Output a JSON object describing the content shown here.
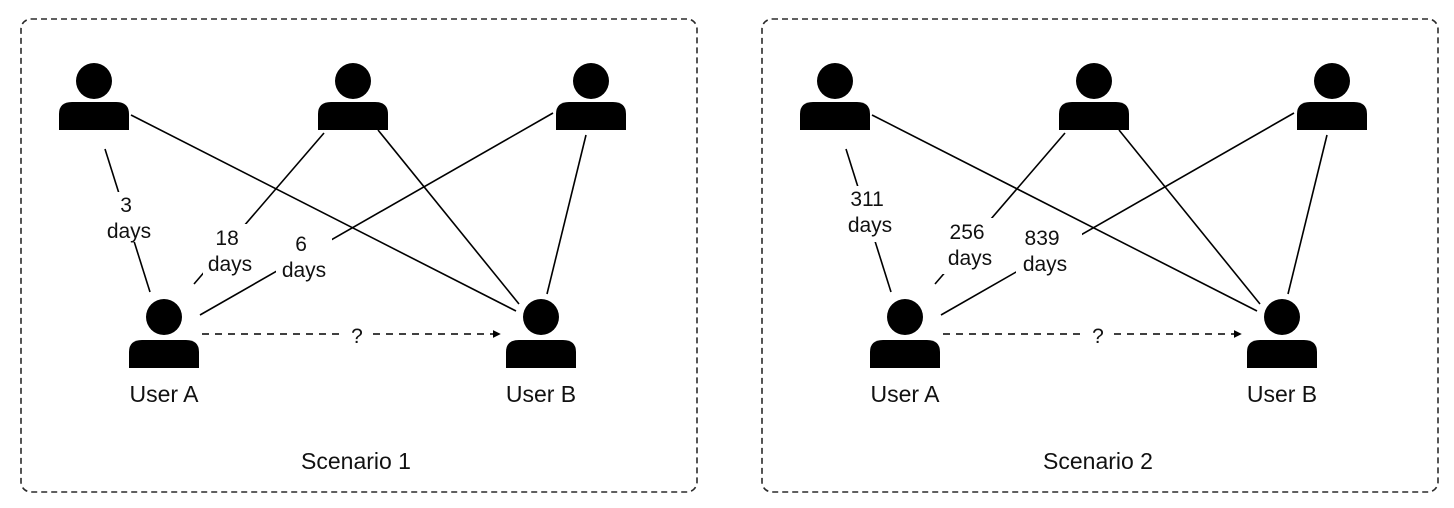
{
  "colors": {
    "ink": "#000000",
    "frame": "#2b2b2b",
    "background": "#ffffff"
  },
  "icons": {
    "person": "person-icon",
    "arrow": "arrowhead-icon"
  },
  "scenarios": [
    {
      "caption": "Scenario 1",
      "user_a": "User A",
      "user_b": "User B",
      "unknown_link": "?",
      "intervals": [
        {
          "value": "3",
          "unit": "days"
        },
        {
          "value": "18",
          "unit": "days"
        },
        {
          "value": "6",
          "unit": "days"
        }
      ]
    },
    {
      "caption": "Scenario 2",
      "user_a": "User A",
      "user_b": "User B",
      "unknown_link": "?",
      "intervals": [
        {
          "value": "311",
          "unit": "days"
        },
        {
          "value": "256",
          "unit": "days"
        },
        {
          "value": "839",
          "unit": "days"
        }
      ]
    }
  ]
}
